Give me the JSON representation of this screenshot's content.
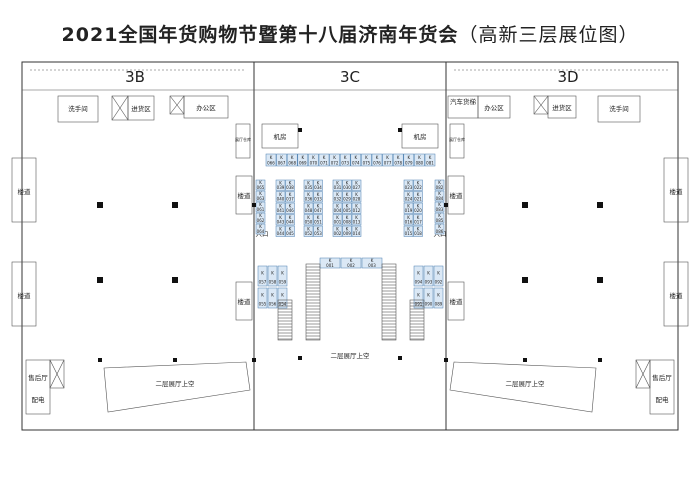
{
  "title": {
    "main": "2021全国年货购物节暨第十八届济南年货会",
    "sub": "（高新三层展位图）"
  },
  "halls": {
    "left": "3B",
    "center": "3C",
    "right": "3D"
  },
  "rooms": {
    "washroom": "洗手间",
    "goods_entry": "进货区",
    "office": "办公区",
    "car_lift": "汽车货梯",
    "machine_room": "机房",
    "warehouse": "展厅仓库",
    "stairs": "楼道",
    "entrance": "入口",
    "booth_prefix": "K",
    "void_2f_hall": "二层展厅上空",
    "sales_office": "售后厅",
    "power_room": "配电"
  },
  "booths": {
    "top_row": [
      "066",
      "067",
      "068",
      "069",
      "070",
      "071",
      "072",
      "073",
      "074",
      "075",
      "076",
      "077",
      "078",
      "079",
      "080",
      "081"
    ],
    "left_col": [
      "065",
      "063",
      "061",
      "062",
      "064"
    ],
    "right_col": [
      "082",
      "084",
      "083",
      "085",
      "086"
    ],
    "grid_left": [
      [
        "039",
        "038"
      ],
      [
        "040",
        "037"
      ],
      [
        "041",
        "046"
      ],
      [
        "043",
        "044"
      ],
      [
        "044",
        "045"
      ]
    ],
    "grid_mid": [
      [
        "035",
        "034"
      ],
      [
        "036",
        "033"
      ],
      [
        "048",
        "047"
      ],
      [
        "050",
        "051"
      ],
      [
        "052",
        "053"
      ]
    ],
    "grid_mid2": [
      [
        "031",
        "030",
        "027"
      ],
      [
        "032",
        "029",
        "028"
      ],
      [
        "004",
        "005",
        "012"
      ],
      [
        "001",
        "008",
        "013"
      ],
      [
        "002",
        "009",
        "014"
      ]
    ],
    "grid_right": [
      [
        "023",
        "022"
      ],
      [
        "024",
        "021"
      ],
      [
        "019",
        "020"
      ],
      [
        "016",
        "017"
      ],
      [
        "015",
        "018"
      ]
    ],
    "center_row": [
      "001",
      "002",
      "003"
    ],
    "lower_left": [
      "057",
      "058",
      "059",
      "055",
      "056",
      "054"
    ],
    "lower_right": [
      "094",
      "093",
      "092",
      "091",
      "090",
      "089"
    ]
  },
  "colors": {
    "booth_fill": "#dbe8f5",
    "booth_stroke": "#4a7fb0",
    "wall": "#333333"
  }
}
